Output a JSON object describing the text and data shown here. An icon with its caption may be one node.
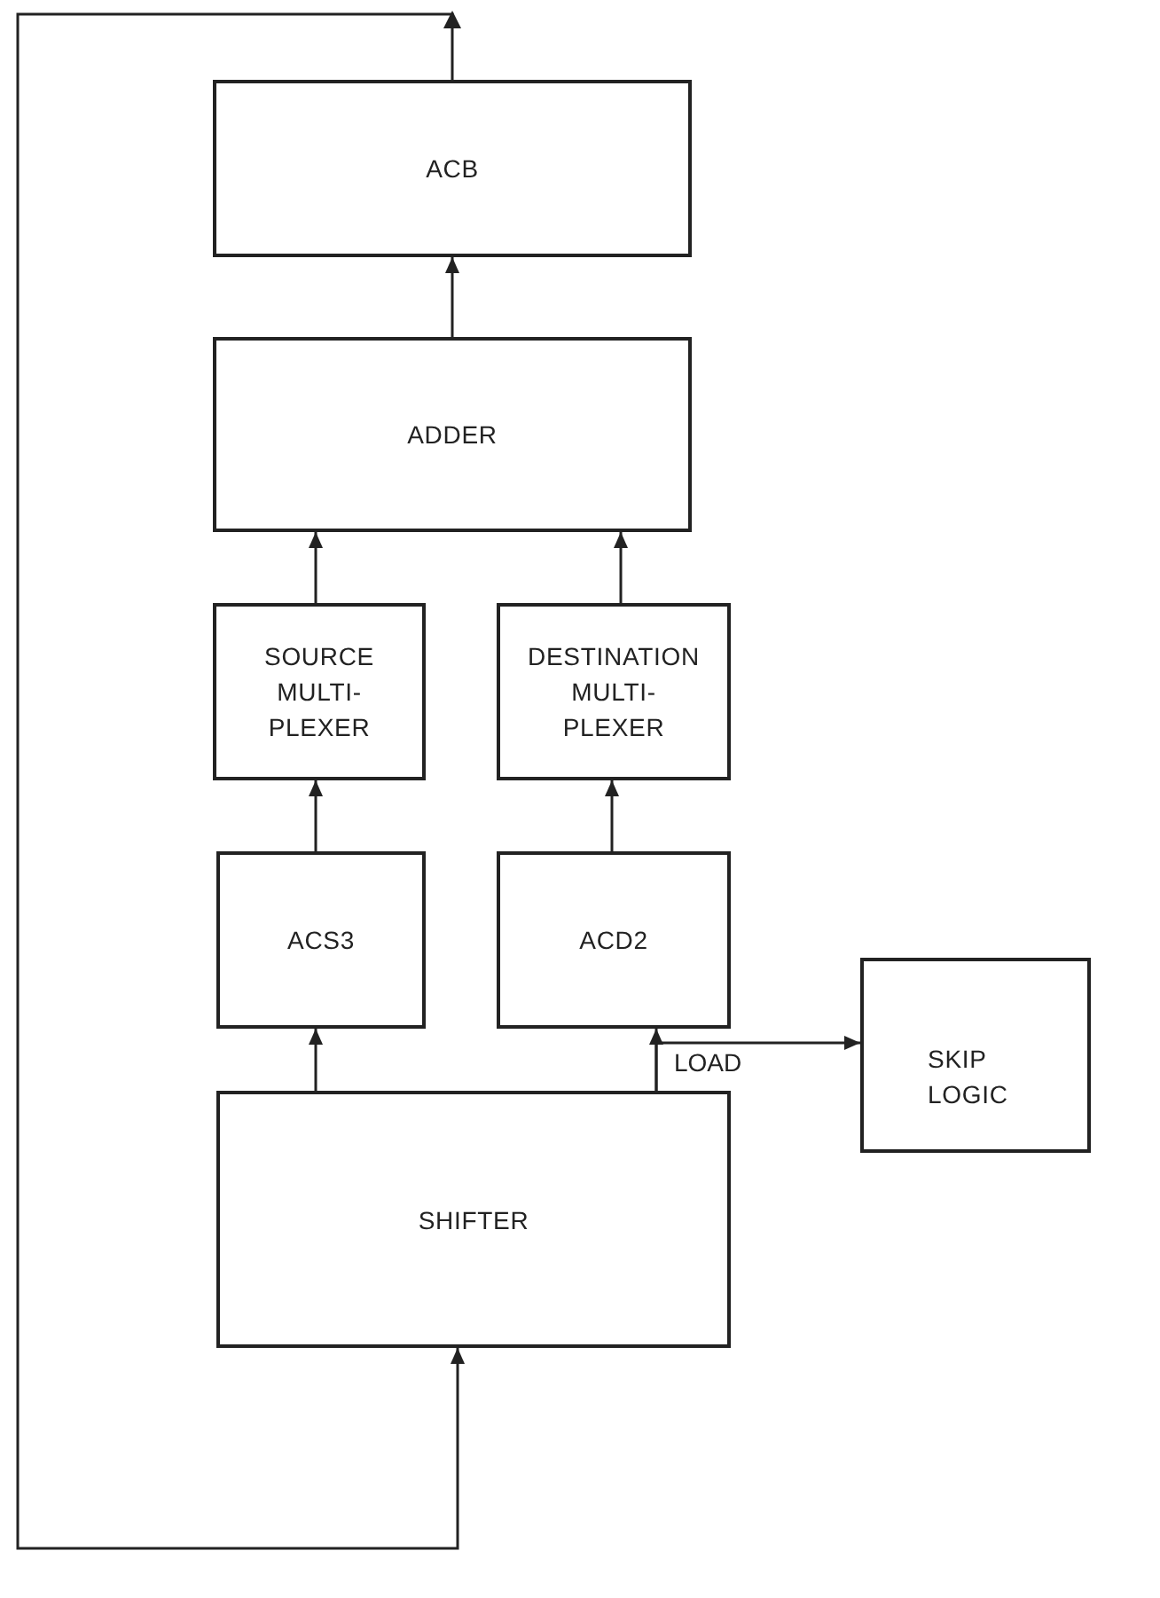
{
  "diagram": {
    "nodes": [
      {
        "text": [
          "ACB"
        ]
      },
      {
        "text": [
          "ADDER"
        ]
      },
      {
        "text": [
          "SOURCE MULTI- PLEXER"
        ]
      },
      {
        "text": [
          "DESTINATION MULTI- PLEXER"
        ]
      },
      {
        "text": [
          "ACS3"
        ]
      },
      {
        "text": [
          "ACD2"
        ]
      },
      {
        "text": [
          "SKIP LOGIC"
        ]
      },
      {
        "text": [
          "SHIFTER"
        ]
      }
    ],
    "edges": [
      {
        "from": 1,
        "to": 0,
        "arrow": "to"
      },
      {
        "from": 2,
        "to": 1,
        "arrow": "to"
      },
      {
        "from": 3,
        "to": 1,
        "arrow": "to"
      },
      {
        "from": 4,
        "to": 2,
        "arrow": "to"
      },
      {
        "from": 5,
        "to": 3,
        "arrow": "to"
      },
      {
        "from": 7,
        "to": 4,
        "arrow": "to"
      },
      {
        "from": 7,
        "to": 5,
        "arrow": "to"
      },
      {
        "from": 7,
        "to": 6,
        "arrow": "to",
        "label": "LOAD"
      },
      {
        "from": 0,
        "to": 7,
        "arrow": "to"
      }
    ]
  }
}
